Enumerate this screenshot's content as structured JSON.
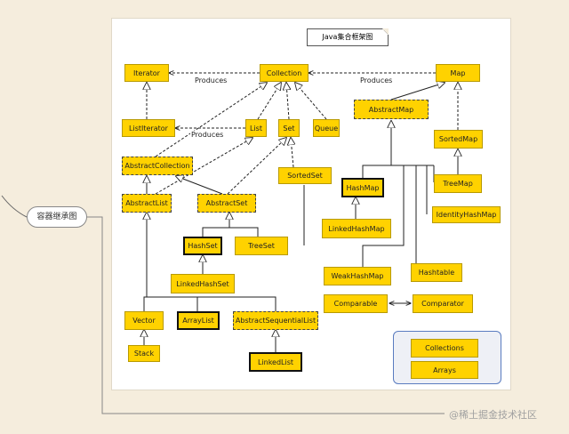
{
  "diagram": {
    "title": "Java集合框架图",
    "mind_node": "容器继承图",
    "watermark": "@稀土掘金技术社区",
    "edge_labels": {
      "produces_top_left": "Produces",
      "produces_top_right": "Produces",
      "produces_mid": "Produces"
    },
    "nodes": {
      "iterator": "Iterator",
      "collection": "Collection",
      "map": "Map",
      "listiterator": "ListIterator",
      "list": "List",
      "set": "Set",
      "queue": "Queue",
      "abstractmap": "AbstractMap",
      "sortedmap": "SortedMap",
      "abstractcollection": "AbstractCollection",
      "sortedset": "SortedSet",
      "hashmap": "HashMap",
      "treemap": "TreeMap",
      "abstractlist": "AbstractList",
      "abstractset": "AbstractSet",
      "identityhashmap": "IdentityHashMap",
      "linkedhashmap": "LinkedHashMap",
      "hashset": "HashSet",
      "treeset": "TreeSet",
      "weakhashmap": "WeakHashMap",
      "hashtable": "Hashtable",
      "linkedhashset": "LinkedHashSet",
      "comparable": "Comparable",
      "comparator": "Comparator",
      "vector": "Vector",
      "arraylist": "ArrayList",
      "abstractsequentiallist": "AbstractSequentialList",
      "stack": "Stack",
      "linkedlist": "LinkedList",
      "collections": "Collections",
      "arrays": "Arrays"
    }
  }
}
